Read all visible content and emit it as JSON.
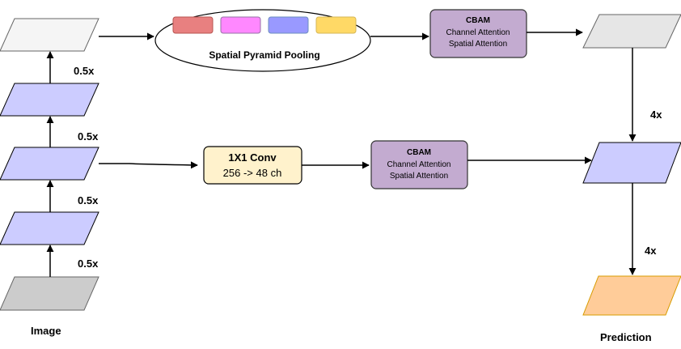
{
  "labels": {
    "image": "Image",
    "prediction": "Prediction",
    "down_1": "0.5x",
    "down_2": "0.5x",
    "down_3": "0.5x",
    "down_4": "0.5x",
    "up_1": "4x",
    "up_2": "4x"
  },
  "spp": {
    "title": "Spatial Pyramid Pooling"
  },
  "conv": {
    "title": "1X1 Conv",
    "subtitle": "256 -> 48 ch"
  },
  "cbam_top": {
    "title": "CBAM",
    "line1": "Channel Attention",
    "line2": "Spatial Attention"
  },
  "cbam_mid": {
    "title": "CBAM",
    "line1": "Channel Attention",
    "line2": "Spatial Attention"
  },
  "colors": {
    "encoder": "#ccccff",
    "input": "#cccccc",
    "top_feature": "#f5f5f5",
    "decoder_top": "#e6e6e6",
    "output": "#ffcc99",
    "cbam": "#c3abd0",
    "conv": "#fff2cc",
    "pool_red": "#e88080",
    "pool_pink": "#ff88ff",
    "pool_blue": "#9999ff",
    "pool_yellow": "#ffd966"
  }
}
